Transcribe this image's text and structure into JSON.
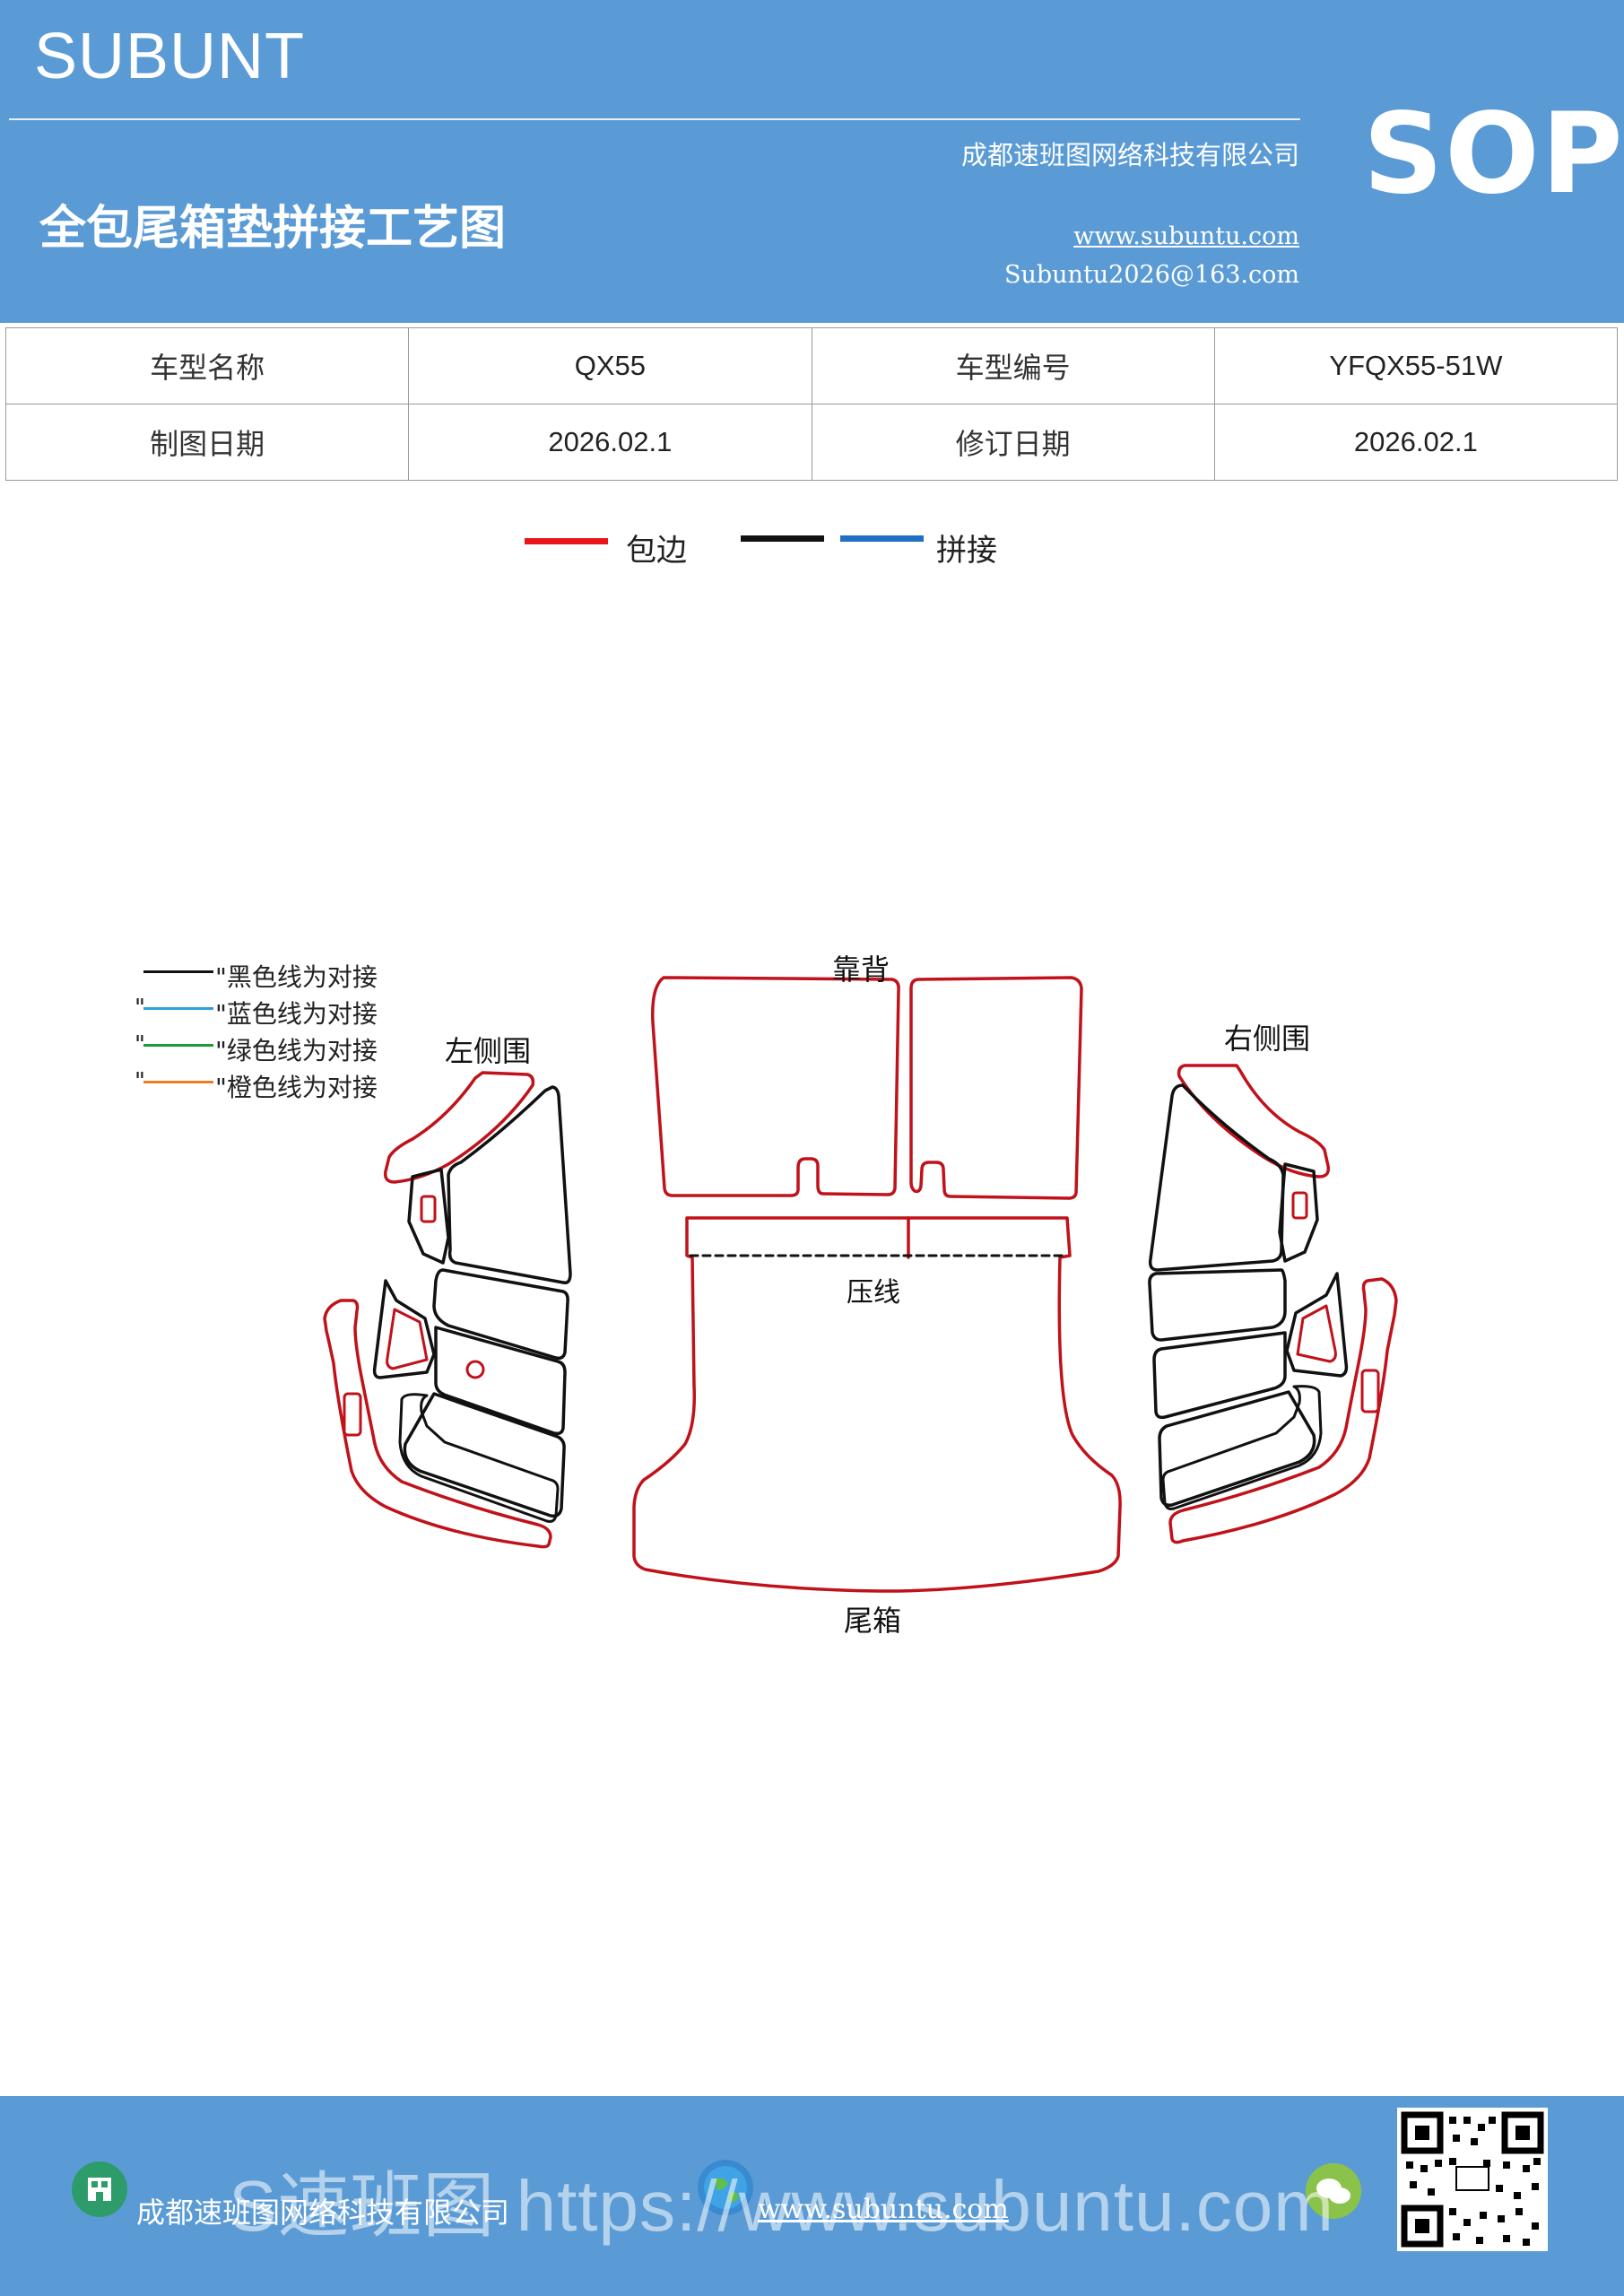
{
  "header": {
    "brand": "SUBUNT",
    "company": "成都速班图网络科技有限公司",
    "sop": "SOP",
    "title": "全包尾箱垫拼接工艺图",
    "website": "www.subuntu.com",
    "email": "Subuntu2026@163.com"
  },
  "info_table": {
    "rows": [
      [
        "车型名称",
        "QX55",
        "车型编号",
        "YFQX55-51W"
      ],
      [
        "制图日期",
        "2026.02.1",
        "修订日期",
        "2026.02.1"
      ]
    ]
  },
  "legend": {
    "items": [
      {
        "color": "#e8141b",
        "label": "包边"
      },
      {
        "color": "#111111",
        "label": ""
      },
      {
        "color": "#1f6fc4",
        "label": "拼接"
      }
    ]
  },
  "notes": [
    {
      "prefix": "",
      "color": "#111111",
      "text": "\"黑色线为对接"
    },
    {
      "prefix": "\"",
      "color": "#29a3e0",
      "text": "\"蓝色线为对接"
    },
    {
      "prefix": "\"",
      "color": "#1e9a3b",
      "text": "\"绿色线为对接"
    },
    {
      "prefix": "\"",
      "color": "#ee7d22",
      "text": "\"橙色线为对接"
    }
  ],
  "diagram": {
    "label_backrest": "靠背",
    "label_left_side": "左侧围",
    "label_right_side": "右侧围",
    "label_crease": "压线",
    "label_trunk": "尾箱",
    "outline_color": "#c0121a"
  },
  "footer": {
    "company": "成都速班图网络科技有限公司",
    "website": "www.subuntu.com",
    "watermark": "S速班图 https://www.subuntu.com"
  }
}
